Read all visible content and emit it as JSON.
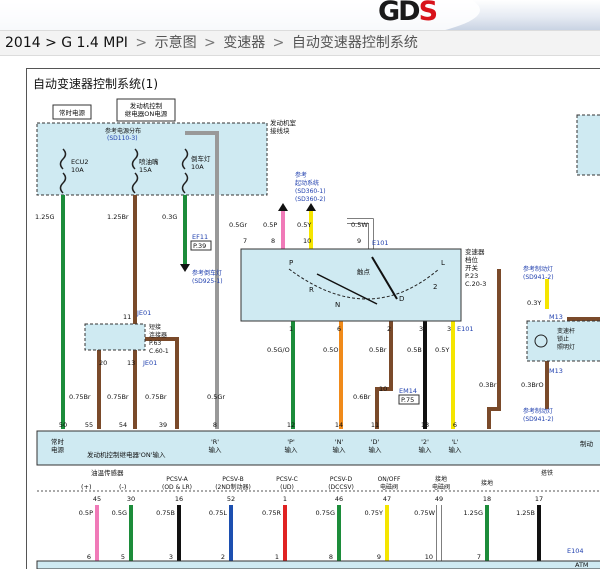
{
  "header": {
    "logo_main": "GD",
    "logo_accent": "S"
  },
  "breadcrumb": {
    "model": "2014 > G 1.4 MPI",
    "items": [
      "示意图",
      "变速器",
      "自动变速器控制系统"
    ],
    "separator": ">"
  },
  "diagram": {
    "title": "自动变速器控制系统(1)",
    "boxes": {
      "fuse_box_title_left": "常时电源",
      "fuse_box_title_right": [
        "发动机控制",
        "继电器ON电源"
      ],
      "fuse_box_ref": [
        "参考电源分布",
        "(SD110-3)"
      ],
      "fuse_ecu2": [
        "ECU2",
        "10A"
      ],
      "fuse_injector": [
        "喷油嘴",
        "15A"
      ],
      "fuse_backup": [
        "倒车灯",
        "10A"
      ],
      "junction_label": [
        "发动机室",
        "接线块"
      ],
      "start_ref": [
        "参考",
        "起动系统",
        "(SD360-1)",
        "(SD360-2)"
      ],
      "backup_ref": [
        "参考倒车灯",
        "(SD925-1)"
      ],
      "connector_ef11": [
        "EF11",
        "P.39"
      ],
      "short_connector": [
        "短接",
        "连接器",
        "P.63",
        "C.60-1"
      ],
      "switch_title": [
        "变速器",
        "档位",
        "开关",
        "P.23",
        "C.20-3"
      ],
      "switch_contact": "触点",
      "stoplamp_ref_top": [
        "参考制动灯",
        "(SD941-2)"
      ],
      "shift_lock": [
        "变速杆",
        "锁止",
        "照明灯"
      ],
      "stoplamp_ref_bottom": [
        "参考制动灯",
        "(SD941-2)"
      ],
      "pcm_labels": [
        "常时",
        "电源",
        "发动机控制继电器'ON'输入",
        "'R'",
        "输入",
        "'P'",
        "输入",
        "'N'",
        "输入",
        "'D'",
        "输入",
        "'2'",
        "输入",
        "'L'",
        "输入",
        "制动"
      ],
      "sensor_label": "油温传感器",
      "solenoids": [
        "PCSV-A",
        "(OD & LR)",
        "PCSV-B",
        "(2ND制动器)",
        "PCSV-C",
        "(UD)",
        "PCSV-D",
        "(DCCSV)",
        "ON/OFF",
        "电磁阀",
        "接地",
        "电磁阀",
        "接地",
        "搭铁"
      ],
      "bottom_label": "ATM"
    },
    "connectors": [
      "E101",
      "E101",
      "JE01",
      "JE01",
      "EM14",
      "P.75",
      "M13",
      "M13",
      "E104"
    ],
    "wires": [
      {
        "label": "1.25G",
        "color": "#1c8c3a"
      },
      {
        "label": "1.25Br",
        "color": "#7a4a2a"
      },
      {
        "label": "0.3G",
        "color": "#1c8c3a"
      },
      {
        "label": "0.5Gr",
        "color": "#999999"
      },
      {
        "label": "0.5P",
        "color": "#f07ab8"
      },
      {
        "label": "0.5Y",
        "color": "#f5e500"
      },
      {
        "label": "0.5W",
        "color": "#ffffff"
      },
      {
        "label": "0.5G/O",
        "color": "#1c8c3a"
      },
      {
        "label": "0.5O",
        "color": "#f08a1a"
      },
      {
        "label": "0.5Br",
        "color": "#7a4a2a"
      },
      {
        "label": "0.5B",
        "color": "#111111"
      },
      {
        "label": "0.75Br",
        "color": "#7a4a2a"
      },
      {
        "label": "0.6Br",
        "color": "#7a4a2a"
      },
      {
        "label": "0.3Br",
        "color": "#7a4a2a"
      },
      {
        "label": "0.3Y",
        "color": "#f5e500"
      },
      {
        "label": "0.3BrO",
        "color": "#7a4a2a"
      },
      {
        "label": "0.5G",
        "color": "#1c8c3a"
      },
      {
        "label": "0.75B",
        "color": "#111111"
      },
      {
        "label": "0.75L",
        "color": "#1c4fb0"
      },
      {
        "label": "0.75R",
        "color": "#e02222"
      },
      {
        "label": "0.75G",
        "color": "#1c8c3a"
      },
      {
        "label": "0.75Y",
        "color": "#f5e500"
      },
      {
        "label": "0.75W",
        "color": "#ffffff"
      },
      {
        "label": "1.25G",
        "color": "#1c8c3a"
      },
      {
        "label": "1.25B",
        "color": "#111111"
      }
    ],
    "pins": [
      "50",
      "55",
      "54",
      "39",
      "8",
      "12",
      "14",
      "11",
      "13",
      "6",
      "45",
      "30",
      "16",
      "52",
      "1",
      "46",
      "47",
      "49",
      "18",
      "17"
    ],
    "bottom_pins": [
      "6",
      "5",
      "3",
      "2",
      "1",
      "8",
      "9",
      "10",
      "7"
    ],
    "switch_positions": [
      "P",
      "R",
      "N",
      "D",
      "2",
      "L"
    ],
    "pin_numbers_top": [
      "7",
      "8",
      "10",
      "9",
      "11",
      "13"
    ]
  }
}
